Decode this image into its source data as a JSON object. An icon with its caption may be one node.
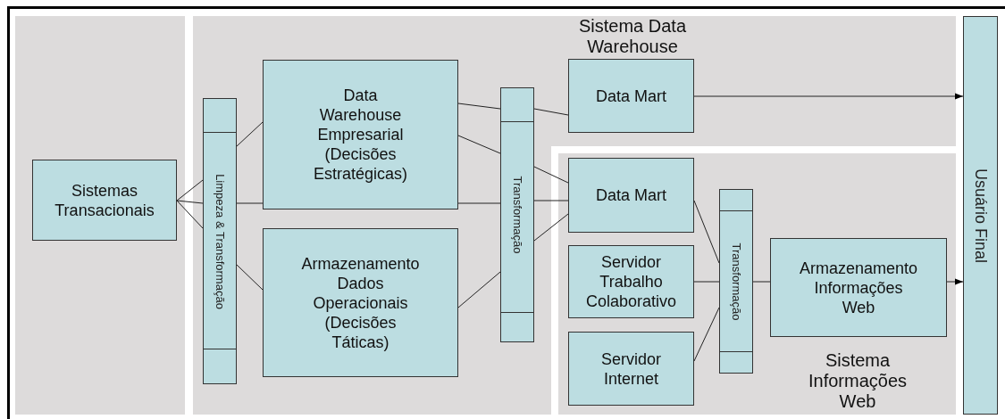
{
  "diagram": {
    "nodes": [
      {
        "text": [],
        "shape": "box"
      },
      {
        "text": [
          "Sistemas Transacionais"
        ],
        "in": 0
      },
      {
        "text": [
          "Sistema Data Warehouse"
        ]
      },
      {
        "text": [
          "Limpeza & Transformação"
        ],
        "in": 2
      },
      {
        "text": [
          "Data Warehouse Empresarial (Decisões Estratégicas)"
        ],
        "in": 2
      },
      {
        "text": [
          "Armazenamento Dados Operacionais (Decisões Táticas)"
        ],
        "in": 2
      },
      {
        "text": [
          "Transformação"
        ],
        "in": 2
      },
      {
        "text": [
          "Data Mart"
        ],
        "in": 2
      },
      {
        "text": [
          "Sistema Informações Web"
        ],
        "in": 2
      },
      {
        "text": [
          "Data Mart"
        ],
        "in": 8
      },
      {
        "text": [
          "Servidor Trabalho Colaborativo"
        ],
        "in": 8
      },
      {
        "text": [
          "Servidor Internet"
        ],
        "in": 8
      },
      {
        "text": [
          "Transformação"
        ],
        "in": 8
      },
      {
        "text": [
          "Armazenamento Informações Web"
        ],
        "in": 8
      },
      {
        "text": [
          "Usuário Final"
        ]
      }
    ],
    "edges": [
      {
        "from": 1,
        "to": 3,
        "arrow": "none"
      },
      {
        "from": 1,
        "to": 3,
        "arrow": "none"
      },
      {
        "from": 1,
        "to": 3,
        "arrow": "none"
      },
      {
        "from": 3,
        "to": 4,
        "arrow": "none"
      },
      {
        "from": 3,
        "to": 4,
        "arrow": "none"
      },
      {
        "from": 3,
        "to": 5,
        "arrow": "none"
      },
      {
        "from": 4,
        "to": 6,
        "arrow": "none"
      },
      {
        "from": 4,
        "to": 6,
        "arrow": "none"
      },
      {
        "from": 4,
        "to": 6,
        "arrow": "none"
      },
      {
        "from": 5,
        "to": 6,
        "arrow": "none"
      },
      {
        "from": 6,
        "to": 7,
        "arrow": "none"
      },
      {
        "from": 6,
        "to": 9,
        "arrow": "none"
      },
      {
        "from": 6,
        "to": 9,
        "arrow": "none"
      },
      {
        "from": 6,
        "to": 9,
        "arrow": "none"
      },
      {
        "from": 9,
        "to": 12,
        "arrow": "none"
      },
      {
        "from": 10,
        "to": 12,
        "arrow": "none"
      },
      {
        "from": 11,
        "to": 12,
        "arrow": "none"
      },
      {
        "from": 12,
        "to": 13,
        "arrow": "none"
      },
      {
        "from": 7,
        "to": 14,
        "arrow": "to"
      },
      {
        "from": 13,
        "to": 14,
        "arrow": "to"
      }
    ]
  }
}
